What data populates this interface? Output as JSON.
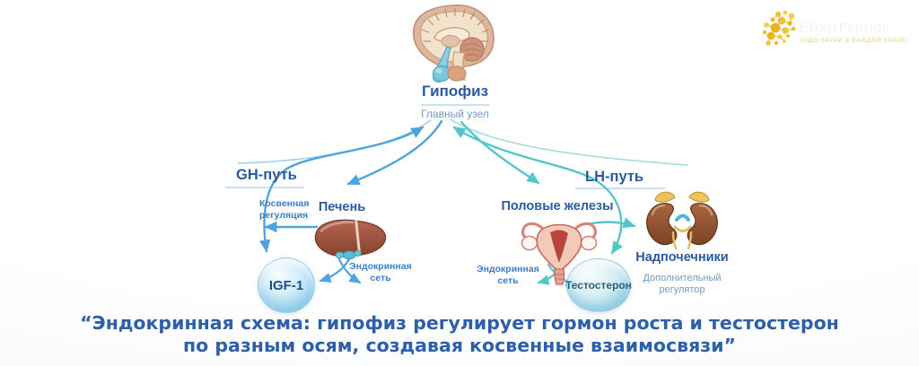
{
  "logo": {
    "brand": "ElixirPeptide",
    "tagline": "ЧУДО НАУКИ В КАЖДОЙ КАПЛЕ"
  },
  "hub": {
    "title": "Гипофиз",
    "subtitle": "Главный узел"
  },
  "gh": {
    "path_label": "GH-путь",
    "indirect_label": "Косвенная регуляция",
    "organ_label": "Печень",
    "hormone_label": "IGF-1",
    "network_label": "Эндокринная сеть"
  },
  "lh": {
    "path_label": "LH-путь",
    "organ_label": "Половые железы",
    "hormone_label": "Тестостерон",
    "network_label": "Эндокринная сеть",
    "adrenal_label": "Надпочечники",
    "adrenal_subtitle": "Дополнительный регулятор"
  },
  "quote": {
    "line1": "“Эндокринная схема: гипофиз регулирует гормон роста и тестостерон",
    "line2": "по разным осям, создавая косвенные взаимосвязи”"
  },
  "colors": {
    "title_blue": "#2a5aa0",
    "subtitle_blue": "#7499c6",
    "label_blue": "#3d7ec6",
    "arrow_blue": "#4da4de",
    "arrow_teal": "#55c5c8",
    "quote_blue": "#2e5fa9",
    "logo_gold": "#e9b91f"
  }
}
